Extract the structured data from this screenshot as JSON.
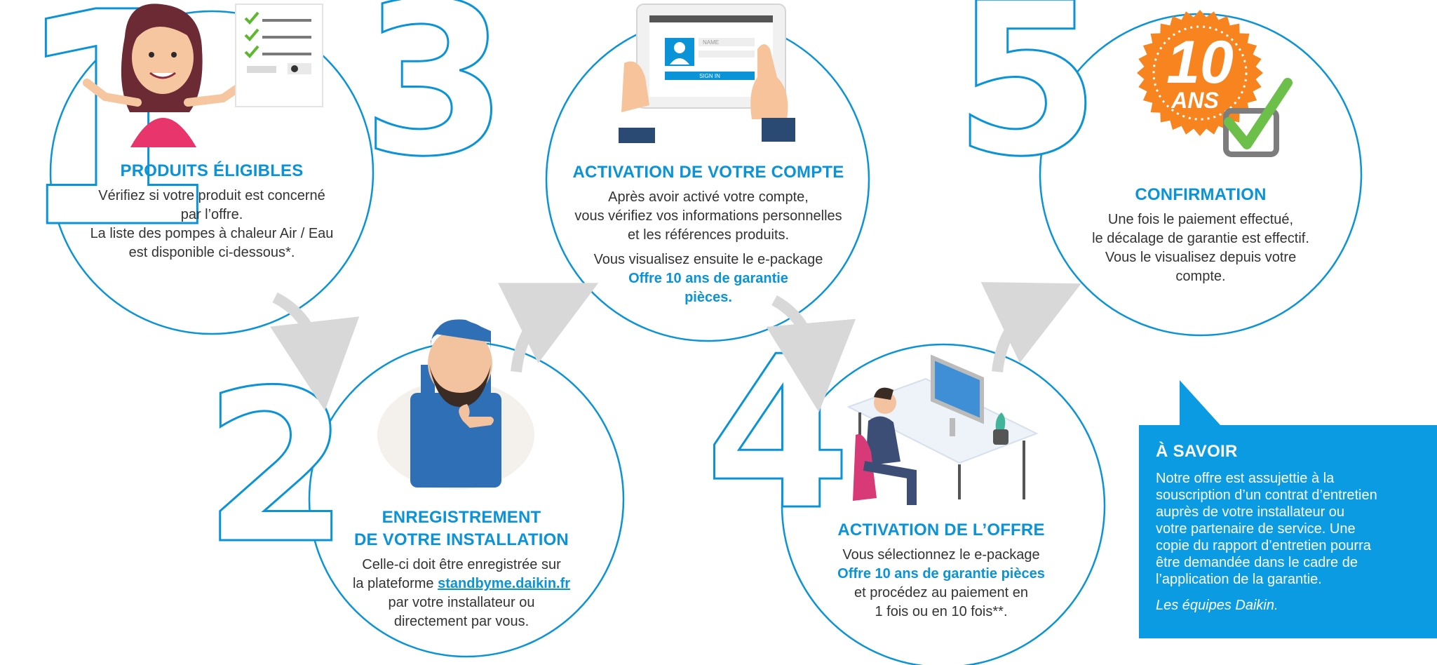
{
  "colors": {
    "accent": "#0a93d6",
    "arrow": "#d8d8d8",
    "outline": "#0a93d6",
    "box": "#0a9be3"
  },
  "steps": [
    {
      "number": "1",
      "title": "PRODUITS ÉLIGIBLES",
      "lines": [
        "Vérifiez si votre produit est concerné",
        "par l’offre.",
        "La liste des pompes à chaleur Air / Eau",
        "est disponible ci-dessous*."
      ]
    },
    {
      "number": "2",
      "title_1": "ENREGISTREMENT",
      "title_2": "DE VOTRE INSTALLATION",
      "line_1": "Celle-ci doit être enregistrée sur",
      "line_2_prefix": "la plateforme ",
      "link": "standbyme.daikin.fr",
      "line_3": "par votre installateur ou",
      "line_4": "directement par vous."
    },
    {
      "number": "3",
      "title": "ACTIVATION DE VOTRE COMPTE",
      "line_1": "Après avoir activé votre compte,",
      "line_2": "vous vérifiez vos informations personnelles",
      "line_3": "et les références produits.",
      "line_4": "Vous visualisez ensuite le e-package",
      "highlight_1": "Offre 10 ans de garantie",
      "highlight_2": "pièces."
    },
    {
      "number": "4",
      "title": "ACTIVATION DE L’OFFRE",
      "line_1": "Vous sélectionnez le e-package",
      "highlight": "Offre 10 ans de garantie pièces",
      "line_2": "et procédez au paiement en",
      "line_3": "1 fois ou en 10 fois**."
    },
    {
      "number": "5",
      "title": "CONFIRMATION",
      "lines": [
        "Une fois le paiement effectué,",
        "le décalage de garantie est effectif.",
        "Vous le visualisez depuis votre",
        "compte."
      ]
    }
  ],
  "tablet": {
    "name_field": "NAME",
    "sign_in": "SIGN IN"
  },
  "badge": {
    "number": "10",
    "unit": "ANS"
  },
  "a_savoir": {
    "title": "À SAVOIR",
    "lines": [
      "Notre offre est assujettie à la",
      "souscription d’un contrat d’entretien",
      "auprès de votre installateur ou",
      "votre partenaire de service. Une",
      "copie du rapport d’entretien pourra",
      "être demandée dans le cadre de",
      "l’application de la garantie."
    ],
    "signature": "Les équipes Daikin."
  }
}
